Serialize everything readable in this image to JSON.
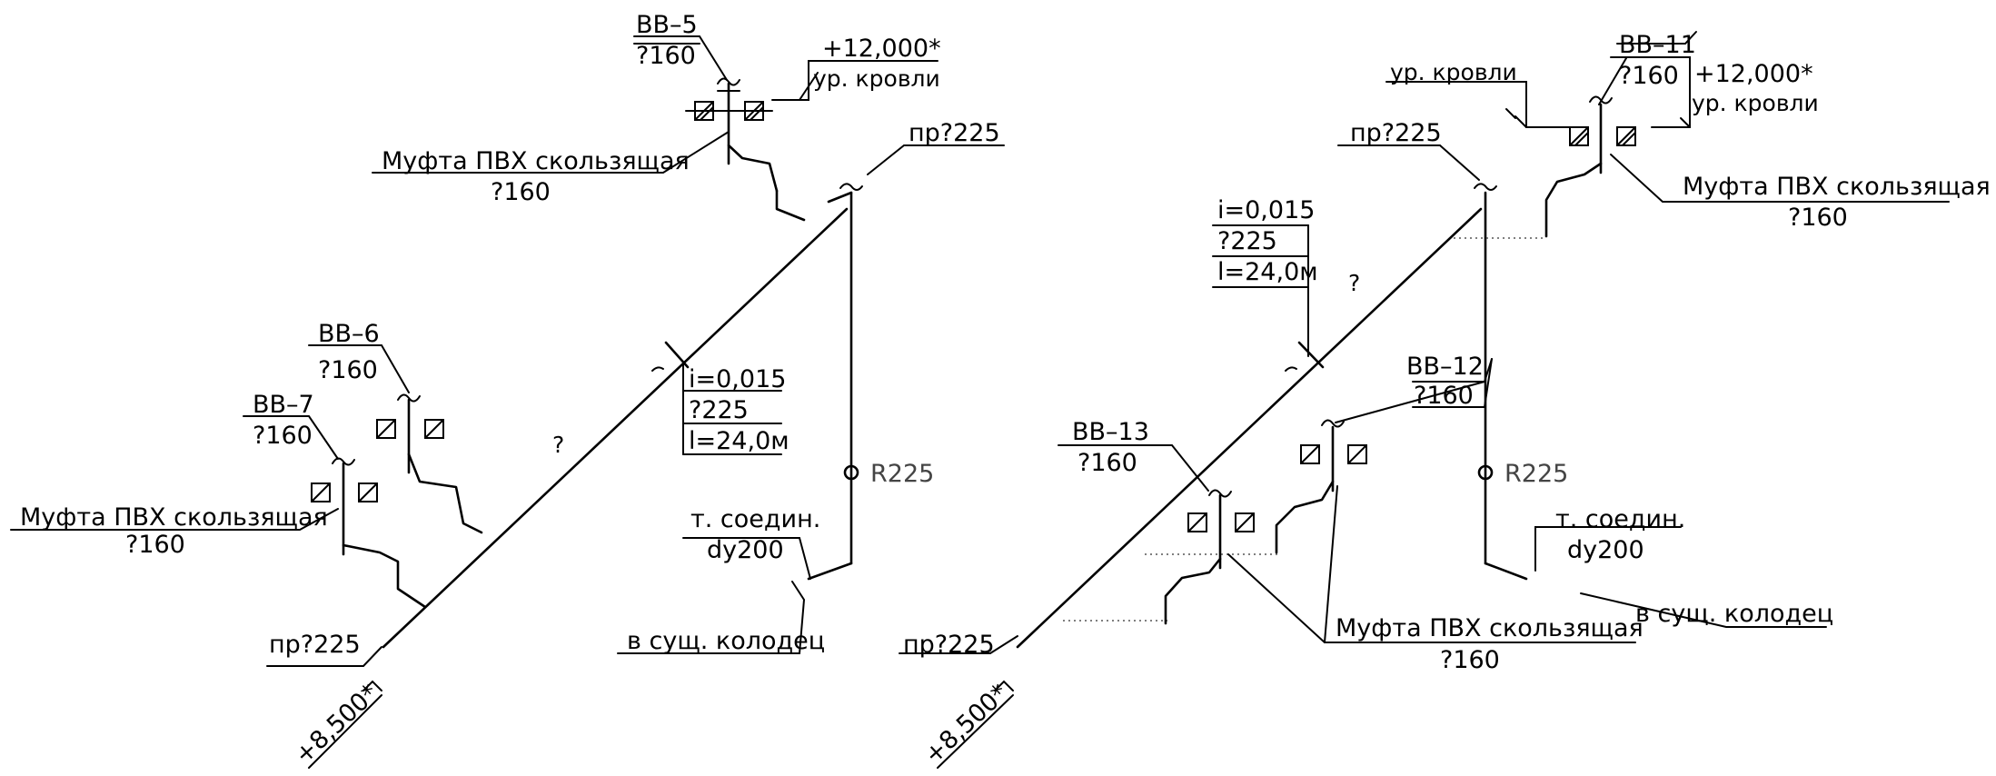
{
  "left": {
    "bb5": {
      "name": "ВВ–5",
      "dia": "?160"
    },
    "bb6": {
      "name": "ВВ–6",
      "dia": "?160"
    },
    "bb7": {
      "name": "ВВ–7",
      "dia": "?160"
    },
    "roof_mark": "+12,000*",
    "roof_label": "ур. кровли",
    "muft_top": {
      "text": "Муфта  ПВХ  скользящая",
      "dia": "?160"
    },
    "muft_left": {
      "text": "Муфта  ПВХ  скользящая",
      "dia": "?160"
    },
    "pr_top": "пр?225",
    "pr_bottom": "пр?225",
    "slope": {
      "i": "i=0,015",
      "dia": "?225",
      "len": "l=24,0м"
    },
    "question": "?",
    "revision": "R225",
    "conn": {
      "text": "т. соедин.",
      "dy": "dy200"
    },
    "outlet": "в  сущ. колодец",
    "base_mark": "+8,500*"
  },
  "right": {
    "bb11": {
      "name": "ВВ–11",
      "dia": "?160"
    },
    "bb12": {
      "name": "ВВ–12",
      "dia": "?160"
    },
    "bb13": {
      "name": "ВВ–13",
      "dia": "?160"
    },
    "roof_label_left": "ур. кровли",
    "roof_mark": "+12,000*",
    "roof_label": "ур. кровли",
    "muft_top": {
      "text": "Муфта  ПВХ  скользящая",
      "dia": "?160"
    },
    "muft_bottom": {
      "text": "Муфта  ПВХ  скользящая",
      "dia": "?160"
    },
    "pr_top": "пр?225",
    "pr_bottom": "пр?225",
    "slope": {
      "i": "i=0,015",
      "dia": "?225",
      "len": "l=24,0м"
    },
    "question": "?",
    "revision": "R225",
    "conn": {
      "text": "т. соедин.",
      "dy": "dy200"
    },
    "outlet": "в  сущ. колодец",
    "base_mark": "+8,500*"
  }
}
